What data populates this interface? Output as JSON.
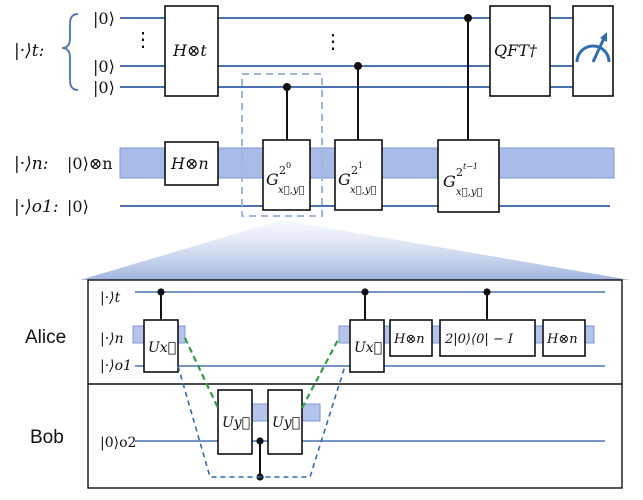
{
  "top_circuit": {
    "register_t_label": "|·⟩t:",
    "register_n_label": "|·⟩n:",
    "register_n_init": "|0⟩⊗n",
    "register_o1_label": "|·⟩o1:",
    "register_o1_init": "|0⟩",
    "t_wire_inits": [
      "|0⟩",
      "|0⟩",
      "|0⟩"
    ],
    "dots": "⋮",
    "gate_h_t": "H⊗t",
    "gate_h_n": "H⊗n",
    "gate_qft": "QFT†",
    "gates_g": [
      {
        "base": "G",
        "sup": "2",
        "supsup": "0",
        "sub": "x⃗,y⃗"
      },
      {
        "base": "G",
        "sup": "2",
        "supsup": "1",
        "sub": "x⃗,y⃗"
      },
      {
        "base": "G",
        "sup": "2",
        "supsup": "t−1",
        "sub": "x⃗,y⃗"
      }
    ],
    "measurement": "measurement-meter"
  },
  "expanded_circuit": {
    "alice_label": "Alice",
    "bob_label": "Bob",
    "wire_labels": [
      "|·⟩t",
      "|·⟩n",
      "|·⟩o1"
    ],
    "bob_wire_label": "|0⟩o2",
    "gate_u_x": "Ux⃗",
    "gate_u_y": "Uy⃗",
    "gate_h_n": "H⊗n",
    "gate_reflection": "2|0⟩⟨0| − I",
    "colors": {
      "wire": "#4a72b0",
      "band": "#a9bce8",
      "green_dashed": "#2ea043",
      "blue_dashed": "#2f6fb0",
      "zoom_dashed": "#9fb7d8"
    }
  }
}
